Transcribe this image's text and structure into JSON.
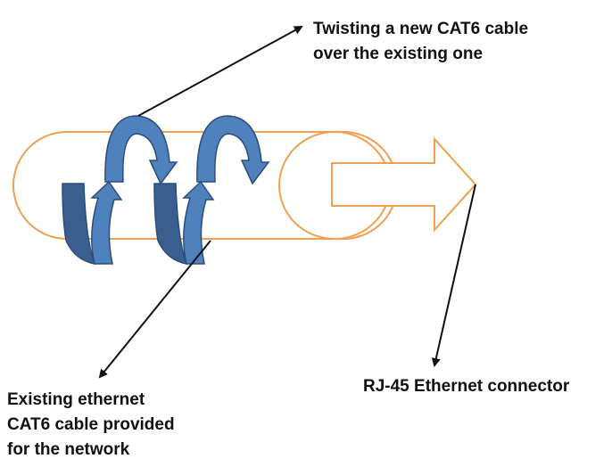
{
  "labels": {
    "twisting": [
      "Twisting a new CAT6 cable",
      "over the existing one"
    ],
    "existing": [
      "Existing ethernet",
      "CAT6 cable provided",
      "for the network"
    ],
    "connector": [
      "RJ-45  Ethernet connector"
    ]
  },
  "colors": {
    "cable_outline": "#f0a050",
    "twist_fill": "#4f81bd",
    "twist_dark": "#3a5f8f",
    "twist_stroke": "#2b4d7a",
    "callout": "#111111"
  }
}
